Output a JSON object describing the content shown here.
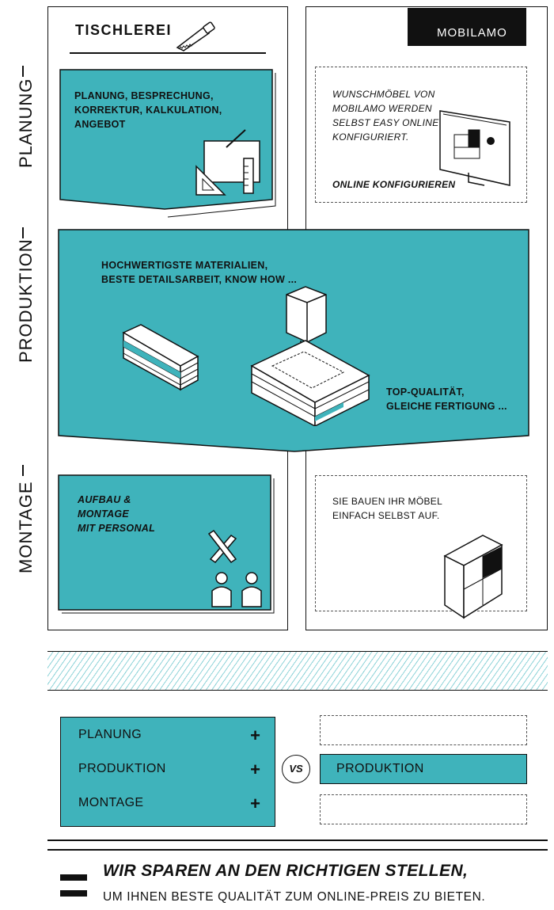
{
  "side_labels": {
    "planung": "PLANUNG",
    "produktion": "PRODUKTION",
    "montage": "MONTAGE"
  },
  "left_header": {
    "title": "TISCHLEREI",
    "icon": "saw-icon"
  },
  "right_header": {
    "brand": "MOBILAMO"
  },
  "planung_left": {
    "line1": "PLANUNG, BESPRECHUNG,",
    "line2": "KORREKTUR, KALKULATION,",
    "line3": "ANGEBOT"
  },
  "planung_right": {
    "line1": "WUNSCHMÖBEL VON",
    "line2": "MOBILAMO WERDEN",
    "line3": "SELBST EASY ONLINE",
    "line4": "KONFIGURIERT.",
    "cta": "ONLINE KONFIGURIEREN"
  },
  "produktion": {
    "line1": "HOCHWERTIGSTE MATERIALIEN,",
    "line2": "BESTE DETAILSARBEIT, KNOW HOW ...",
    "line3": "TOP-QUALITÄT,",
    "line4": "GLEICHE FERTIGUNG ..."
  },
  "montage_left": {
    "line1": "AUFBAU &",
    "line2": "MONTAGE",
    "line3": "MIT PERSONAL"
  },
  "montage_right": {
    "line1": "SIE BAUEN IHR MÖBEL",
    "line2": "EINFACH SELBST AUF."
  },
  "comparison": {
    "left_items": [
      {
        "label": "PLANUNG",
        "sign": "+"
      },
      {
        "label": "PRODUKTION",
        "sign": "+"
      },
      {
        "label": "MONTAGE",
        "sign": "+"
      }
    ],
    "vs": "VS",
    "right_item": "PRODUKTION"
  },
  "footer": {
    "symbol": "=",
    "headline": "WIR SPAREN AN DEN RICHTIGEN STELLEN,",
    "subline": "UM IHNEN BESTE QUALITÄT ZUM ONLINE-PREIS ZU BIETEN."
  },
  "colors": {
    "teal": "#3fb3bb",
    "dark": "#111111"
  }
}
